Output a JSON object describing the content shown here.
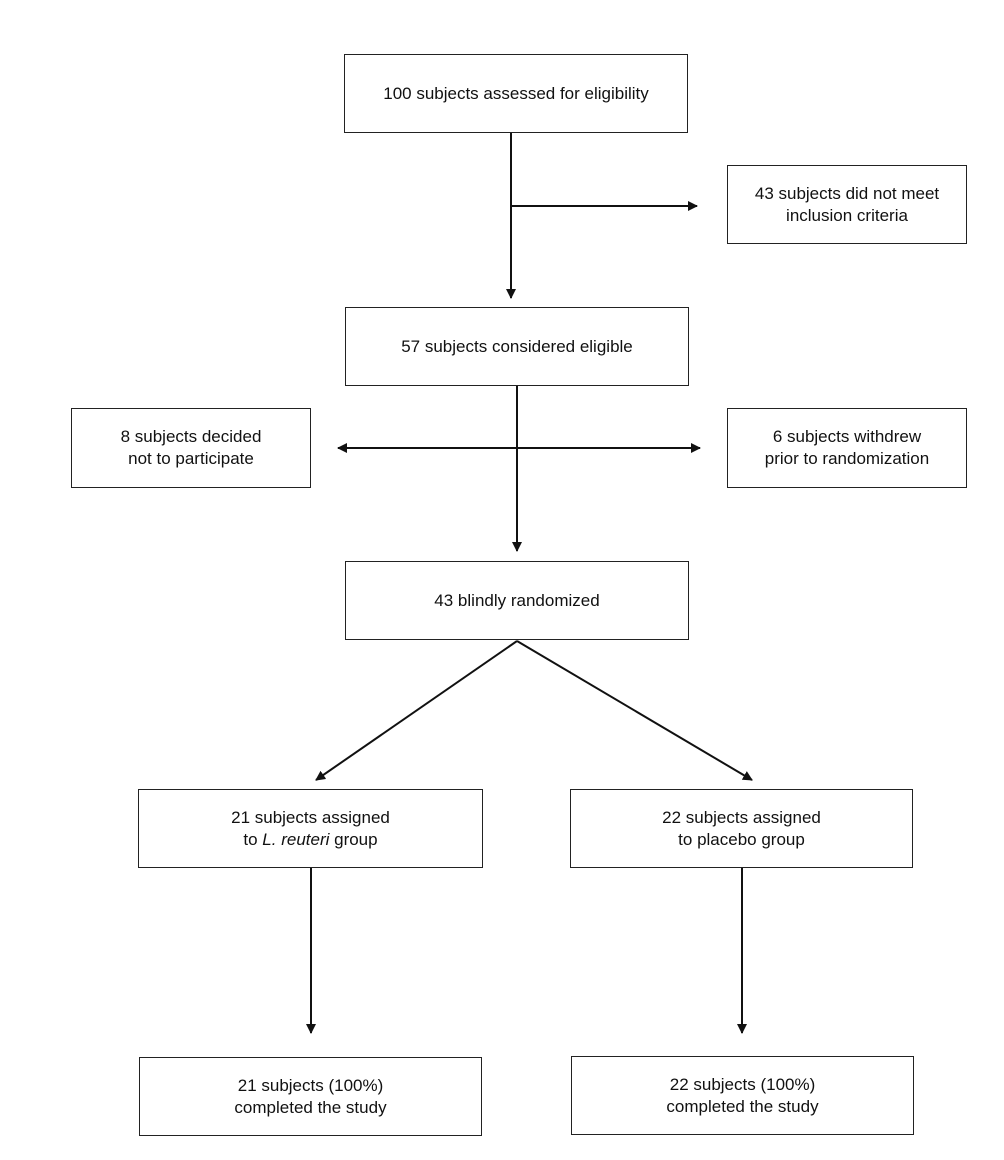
{
  "nodes": {
    "assessed": {
      "lines": [
        "100 subjects assessed for eligibility"
      ]
    },
    "not_meet": {
      "lines": [
        "43 subjects did not meet",
        "inclusion criteria"
      ]
    },
    "eligible": {
      "lines": [
        "57 subjects considered eligible"
      ]
    },
    "declined": {
      "lines": [
        "8 subjects decided",
        "not to participate"
      ]
    },
    "withdrew": {
      "lines": [
        "6 subjects withdrew",
        "prior to randomization"
      ]
    },
    "randomized": {
      "lines": [
        "43 blindly randomized"
      ]
    },
    "reuteri": {
      "line1": "21 subjects assigned",
      "line2_prefix": "to ",
      "line2_italic": "L. reuteri",
      "line2_suffix": " group"
    },
    "placebo": {
      "lines": [
        "22 subjects assigned",
        "to placebo group"
      ]
    },
    "reuteri_done": {
      "lines": [
        "21 subjects (100%)",
        "completed the study"
      ]
    },
    "placebo_done": {
      "lines": [
        "22 subjects (100%)",
        "completed the study"
      ]
    }
  }
}
